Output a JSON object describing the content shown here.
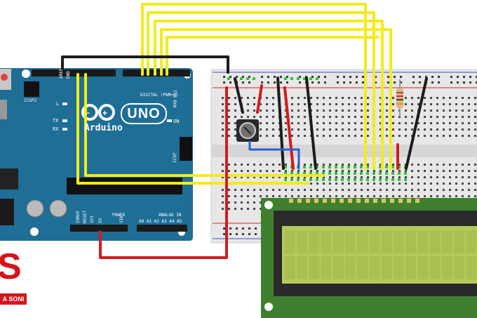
{
  "board": {
    "logo": "UNO",
    "brand": "Arduino",
    "icsp2": "ICSP2",
    "icsp": "ICSP",
    "digital": "DIGITAL (PWM=~)",
    "power": "POWER",
    "analog": "ANALOG IN",
    "on": "ON",
    "led_l": "L",
    "led_tx": "TX",
    "led_rx": "RX",
    "txrx_header": "TX0 RX0",
    "aref": "AREF",
    "gnd": "GND",
    "ioref": "IOREF",
    "reset": "RESET",
    "v33": "3V3",
    "v5": "5V",
    "vin": "VIN",
    "a_pins": "A0 A1 A2 A3 A4 A5"
  },
  "watermark": {
    "letter": "S",
    "caption": "A SONI"
  },
  "colors": {
    "board": "#1d6f97",
    "breadboard": "#e6e6e6",
    "lcd_frame": "#3e7f2f",
    "lcd_screen": "#b3c95a",
    "wire_yellow": "#f2ec1b",
    "wire_black": "#1c1c1c",
    "wire_red": "#d11c1c",
    "wire_blue": "#2b5fd8"
  }
}
